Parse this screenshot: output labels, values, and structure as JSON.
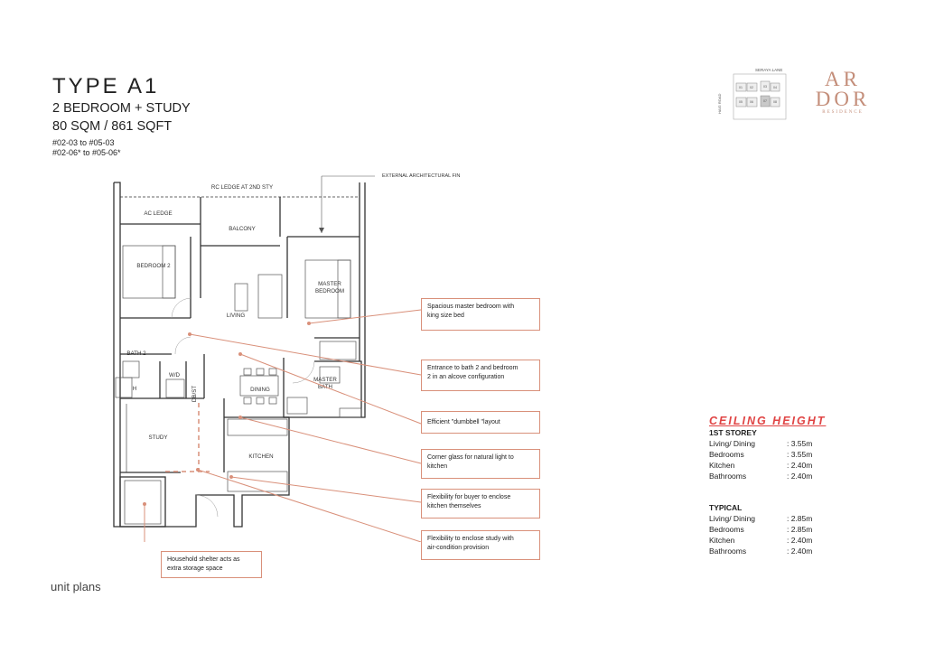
{
  "header": {
    "title": "TYPE A1",
    "subtitle_line1": "2 BEDROOM + STUDY",
    "subtitle_line2": "80 SQM / 861 SQFT",
    "units_line1": "#02-03 to #05-03",
    "units_line2": "#02-06* to #05-06*"
  },
  "logo": {
    "line1": "AR",
    "line2": "DOR",
    "tagline": "RESIDENCE"
  },
  "keymap": {
    "top_road": "SERAYA LANE",
    "side_road": "HAIG ROAD",
    "units": [
      "01",
      "02",
      "03",
      "04",
      "05",
      "06",
      "07",
      "08"
    ]
  },
  "plan_labels": {
    "rc_ledge": "RC LEDGE AT 2ND STY",
    "ac_ledge": "AC LEDGE",
    "balcony": "BALCONY",
    "bedroom2": "BEDROOM 2",
    "master_bedroom_1": "MASTER",
    "master_bedroom_2": "BEDROOM",
    "living": "LIVING",
    "bath2": "BATH 2",
    "wd": "W/D",
    "dbst": "DB/ST",
    "dining": "DINING",
    "master_bath_1": "MASTER",
    "master_bath_2": "BATH",
    "study": "STUDY",
    "kitchen": "KITCHEN",
    "h": "H",
    "fin": "EXTERNAL ARCHITECTURAL FIN"
  },
  "callouts": [
    {
      "line1": "Spacious master bedroom with",
      "line2": "king size bed"
    },
    {
      "line1": "Entrance to bath 2 and bedroom",
      "line2": "2 in an alcove configuration"
    },
    {
      "line1": "Efficient \"dumbbell \"layout",
      "line2": ""
    },
    {
      "line1": "Corner glass for natural light to",
      "line2": "kitchen"
    },
    {
      "line1": "Flexibility for buyer to enclose",
      "line2": "kitchen themselves"
    },
    {
      "line1": "Flexibility to enclose study with",
      "line2": "air-condition provision"
    },
    {
      "line1": "Household shelter acts as",
      "line2": "extra storage space"
    }
  ],
  "ceiling": {
    "title": "CEILING HEIGHT",
    "storey1": {
      "heading": "1ST STOREY",
      "rows": [
        {
          "label": "Living/ Dining",
          "value": ": 3.55m"
        },
        {
          "label": "Bedrooms",
          "value": ": 3.55m"
        },
        {
          "label": "Kitchen",
          "value": ": 2.40m"
        },
        {
          "label": "Bathrooms",
          "value": ": 2.40m"
        }
      ]
    },
    "typical": {
      "heading": "TYPICAL",
      "rows": [
        {
          "label": "Living/ Dining",
          "value": ": 2.85m"
        },
        {
          "label": "Bedrooms",
          "value": ": 2.85m"
        },
        {
          "label": "Kitchen",
          "value": ": 2.40m"
        },
        {
          "label": "Bathrooms",
          "value": ": 2.40m"
        }
      ]
    }
  },
  "footer": "unit plans",
  "colors": {
    "accent": "#e04444",
    "callout_line": "#d9907a",
    "logo": "#c48e7a"
  }
}
